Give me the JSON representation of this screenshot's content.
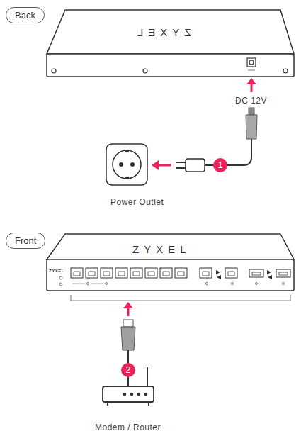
{
  "diagram": {
    "nodes": [
      {
        "text": [
          "Back"
        ]
      },
      {
        "text": [
          "Front"
        ]
      }
    ],
    "labels": [
      "ZYXEL",
      "DC 12V",
      "1",
      "Power Outlet",
      "ZYXEL",
      "ZYXEL",
      "2",
      "Modem / Router"
    ]
  }
}
